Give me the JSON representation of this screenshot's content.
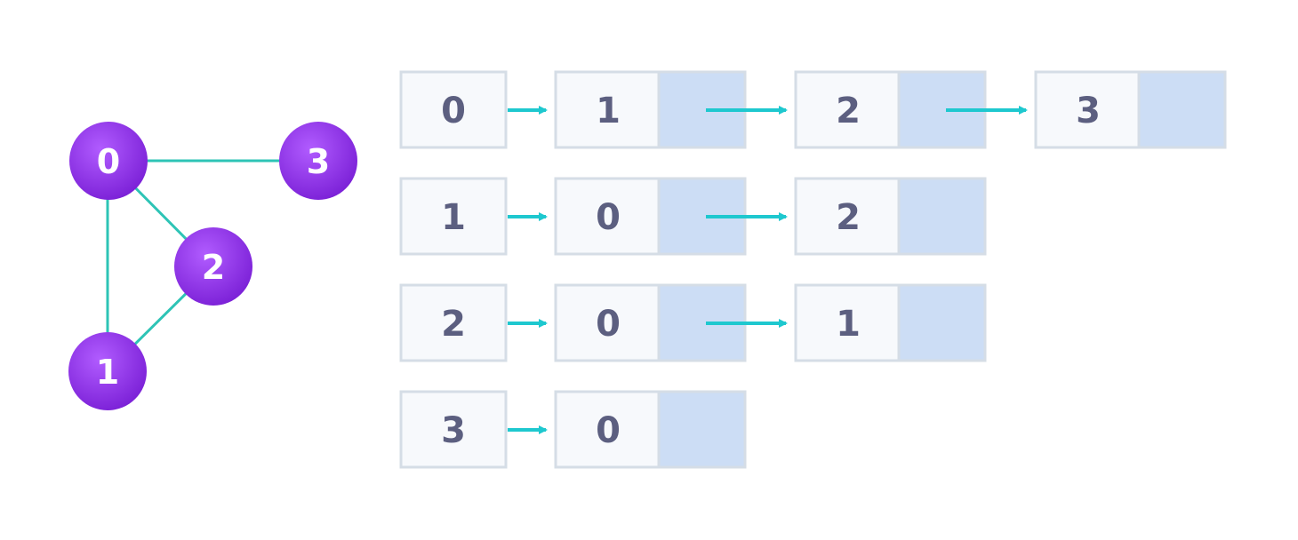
{
  "graph": {
    "nodes": [
      {
        "id": "0",
        "label": "0"
      },
      {
        "id": "1",
        "label": "1"
      },
      {
        "id": "2",
        "label": "2"
      },
      {
        "id": "3",
        "label": "3"
      }
    ],
    "edges": [
      [
        "0",
        "3"
      ],
      [
        "0",
        "2"
      ],
      [
        "0",
        "1"
      ],
      [
        "2",
        "1"
      ]
    ]
  },
  "adjacency_list": [
    {
      "vertex": "0",
      "neighbors": [
        "1",
        "2",
        "3"
      ]
    },
    {
      "vertex": "1",
      "neighbors": [
        "0",
        "2"
      ]
    },
    {
      "vertex": "2",
      "neighbors": [
        "0",
        "1"
      ]
    },
    {
      "vertex": "3",
      "neighbors": [
        "0"
      ]
    }
  ],
  "colors": {
    "node_fill": "#8a2be2",
    "node_fill_light": "#a855f7",
    "edge": "#2ec4b6",
    "arrow": "#1ec8cf",
    "cell_fill": "#f7f9fc",
    "cell_border": "#d5dde6",
    "pointer_fill": "#ccddf5",
    "text": "#5c5f80"
  }
}
